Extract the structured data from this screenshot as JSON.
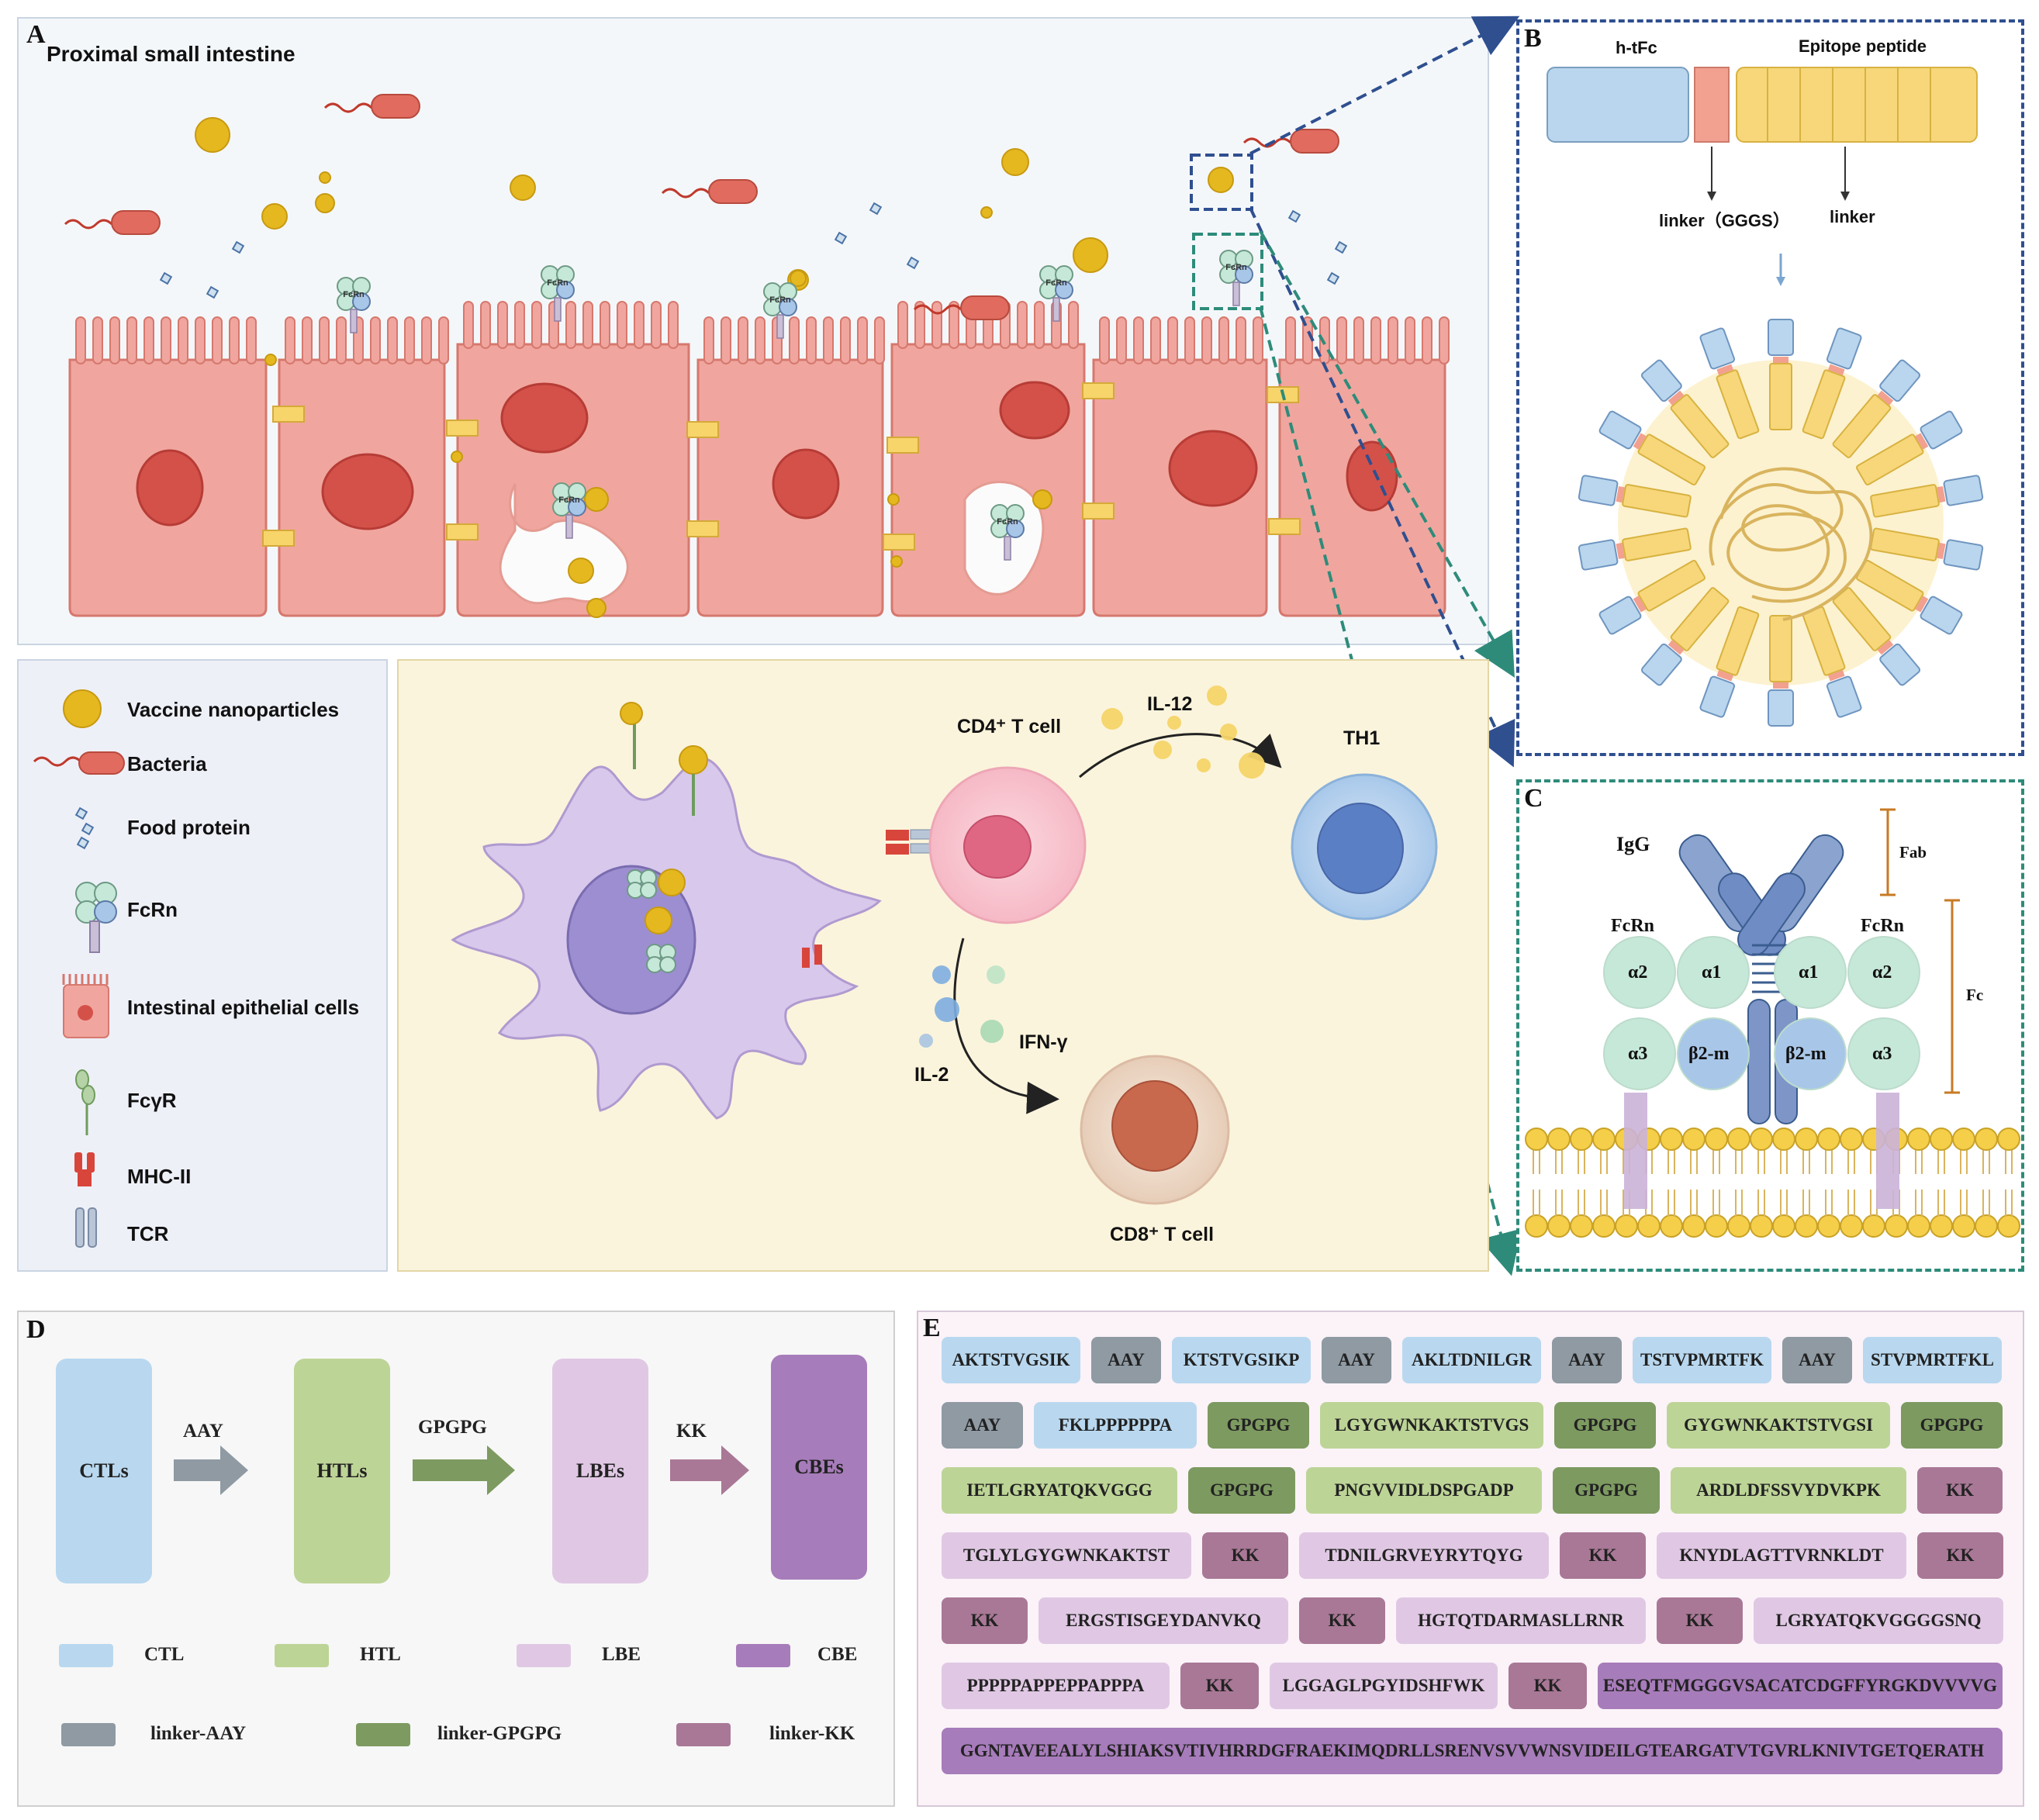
{
  "panels": {
    "a_label": "A",
    "b_label": "B",
    "c_label": "C",
    "d_label": "D",
    "e_label": "E"
  },
  "panel_a": {
    "title": "Proximal small intestine",
    "fcrn": "FcRn"
  },
  "legend": [
    {
      "icon": "nanoparticle-icon",
      "label": "Vaccine nanoparticles"
    },
    {
      "icon": "bacteria-icon",
      "label": "Bacteria"
    },
    {
      "icon": "food-protein-icon",
      "label": "Food protein"
    },
    {
      "icon": "fcrn-icon",
      "label": "FcRn"
    },
    {
      "icon": "epithelial-cell-icon",
      "label": "Intestinal epithelial cells"
    },
    {
      "icon": "fcgr-icon",
      "label": "FcγR"
    },
    {
      "icon": "mhc-ii-icon",
      "label": "MHC-II"
    },
    {
      "icon": "tcr-icon",
      "label": "TCR"
    }
  ],
  "immune": {
    "cd4": "CD4⁺ T cell",
    "il12": "IL-12",
    "th1": "TH1",
    "il2": "IL-2",
    "ifng": "IFN-γ",
    "cd8": "CD8⁺ T cell"
  },
  "panel_b": {
    "htfc": "h-tFc",
    "epitope": "Epitope peptide",
    "linker_gggs": "linker（GGGS）",
    "linker": "linker"
  },
  "panel_c": {
    "igg": "IgG",
    "fcrn_left": "FcRn",
    "fcrn_right": "FcRn",
    "fab": "Fab",
    "fc": "Fc",
    "a1": "α1",
    "a2": "α2",
    "a3": "α3",
    "b2m": "β2-m"
  },
  "panel_d": {
    "boxes": [
      "CTLs",
      "HTLs",
      "LBEs",
      "CBEs"
    ],
    "linkers": [
      "AAY",
      "GPGPG",
      "KK"
    ],
    "legend": [
      "CTL",
      "HTL",
      "LBE",
      "CBE",
      "linker-AAY",
      "linker-GPGPG",
      "linker-KK"
    ]
  },
  "panel_e": {
    "rows": [
      [
        [
          "AKTSTVGSIK",
          "ctl"
        ],
        [
          "AAY",
          "aay"
        ],
        [
          "KTSTVGSIKP",
          "ctl"
        ],
        [
          "AAY",
          "aay"
        ],
        [
          "AKLTDNILGR",
          "ctl"
        ],
        [
          "AAY",
          "aay"
        ],
        [
          "TSTVPMRTFK",
          "ctl"
        ],
        [
          "AAY",
          "aay"
        ],
        [
          "STVPMRTFKL",
          "ctl"
        ]
      ],
      [
        [
          "AAY",
          "aay"
        ],
        [
          "FKLPPPPPPA",
          "ctl"
        ],
        [
          "GPGPG",
          "gp"
        ],
        [
          "LGYGWNKAKTSTVGS",
          "htl"
        ],
        [
          "GPGPG",
          "gp"
        ],
        [
          "GYGWNKAKTSTVGSI",
          "htl"
        ],
        [
          "GPGPG",
          "gp"
        ]
      ],
      [
        [
          "IETLGRYATQKVGGG",
          "htl"
        ],
        [
          "GPGPG",
          "gp"
        ],
        [
          "PNGVVIDLDSPGADP",
          "htl"
        ],
        [
          "GPGPG",
          "gp"
        ],
        [
          "ARDLDFSSVYDVKPK",
          "htl"
        ],
        [
          "KK",
          "kk"
        ]
      ],
      [
        [
          "TGLYLGYGWNKAKTST",
          "lbe"
        ],
        [
          "KK",
          "kk"
        ],
        [
          "TDNILGRVEYRYTQYG",
          "lbe"
        ],
        [
          "KK",
          "kk"
        ],
        [
          "KNYDLAGTTVRNKLDT",
          "lbe"
        ],
        [
          "KK",
          "kk"
        ]
      ],
      [
        [
          "KK",
          "kk"
        ],
        [
          "ERGSTISGEYDANVKQ",
          "lbe"
        ],
        [
          "KK",
          "kk"
        ],
        [
          "HGTQTDARMASLLRNR",
          "lbe"
        ],
        [
          "KK",
          "kk"
        ],
        [
          "LGRYATQKVGGGGSNQ",
          "lbe"
        ]
      ],
      [
        [
          "PPPPPAPPEPPAPPPA",
          "lbe"
        ],
        [
          "KK",
          "kk"
        ],
        [
          "LGGAGLPGYIDSHFWK",
          "lbe"
        ],
        [
          "KK",
          "kk"
        ],
        [
          "ESEQTFMGGGVSACATCDGFFYRGKDVVVVG",
          "cbe"
        ]
      ],
      [
        [
          "GGNTAVEEALYLSHIAKSVTIVHRRDGFRAEKIMQDRLLSRENVSVVWNSVIDEILGTEARGATVTGVRLKNIVTGETQERATH",
          "cbe"
        ]
      ]
    ]
  },
  "colors": {
    "ctl": "#b9d8ef",
    "htl": "#bdd497",
    "lbe": "#e0c8e4",
    "cbe": "#a77cba",
    "aay": "#8f9aa3",
    "gp": "#7d9a60",
    "kk": "#a97896",
    "epithelium": "#f0a69e",
    "nucleus": "#d9534f",
    "junction": "#f7d56b",
    "nanoparticle": "#e6b820",
    "dashed_blue": "#2f4f8f",
    "dashed_teal": "#2e8b7a"
  }
}
